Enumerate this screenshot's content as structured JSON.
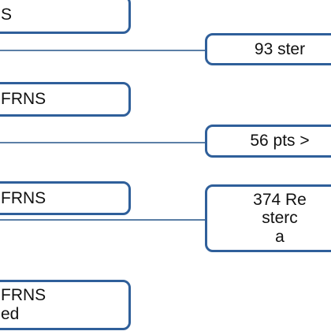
{
  "diagram": {
    "colors": {
      "box_border": "#2f5f9a",
      "connector": "#5b7fa6",
      "text": "#111111",
      "background": "#ffffff"
    },
    "left_boxes": [
      {
        "label": "S"
      },
      {
        "label": "FRNS"
      },
      {
        "label": "FRNS"
      },
      {
        "label": "FRNS\ned"
      }
    ],
    "right_boxes": [
      {
        "label": "93 ster"
      },
      {
        "label": "56 pts >"
      },
      {
        "label": "374 Re\nsterc\na"
      }
    ]
  }
}
